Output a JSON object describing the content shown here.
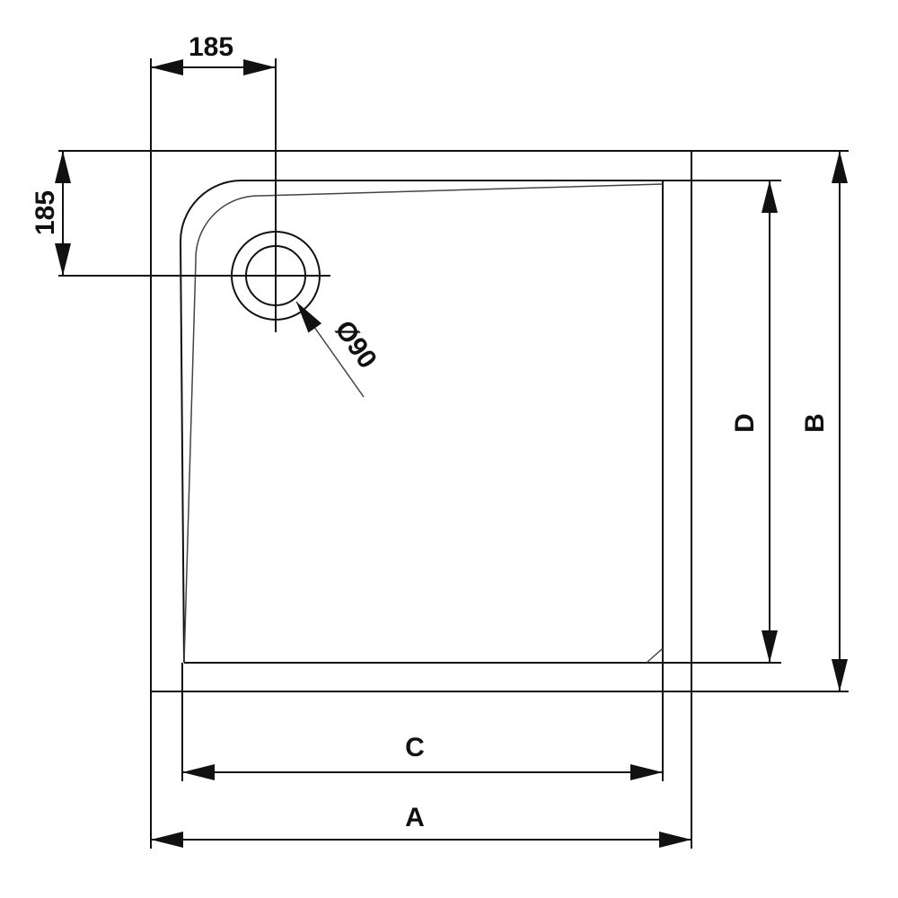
{
  "dimensions": {
    "drain_offset_x": "185",
    "drain_offset_y": "185",
    "drain_diameter": "Ø90",
    "width_outer": "A",
    "depth_outer": "B",
    "width_inner": "C",
    "depth_inner": "D"
  },
  "colors": {
    "line": "#111111",
    "background": "#ffffff"
  }
}
